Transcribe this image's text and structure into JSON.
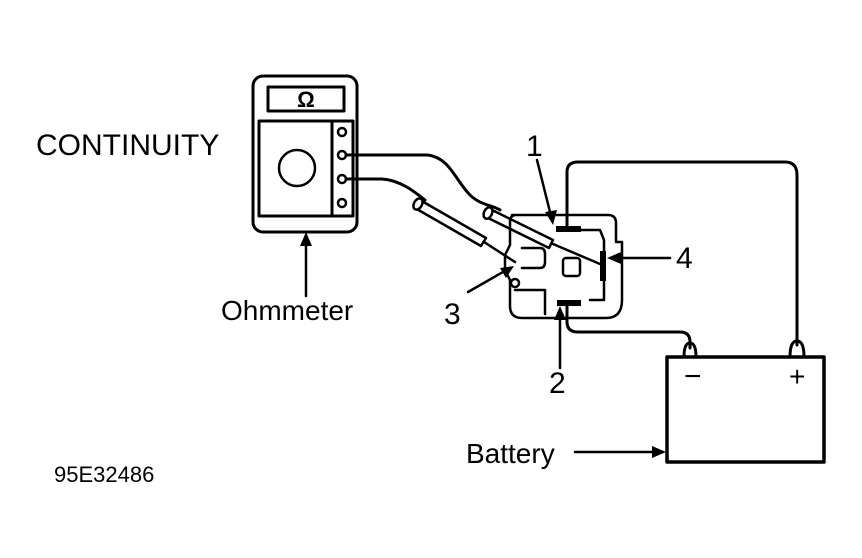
{
  "diagram": {
    "title_label": "CONTINUITY",
    "meter_label": "Ohmmeter",
    "meter_display_symbol": "Ω",
    "battery_label": "Battery",
    "battery_negative": "−",
    "battery_positive": "+",
    "terminals": [
      "1",
      "2",
      "3",
      "4"
    ],
    "figure_id": "95E32486",
    "ink_color": "#000000",
    "background_color": "#ffffff"
  }
}
